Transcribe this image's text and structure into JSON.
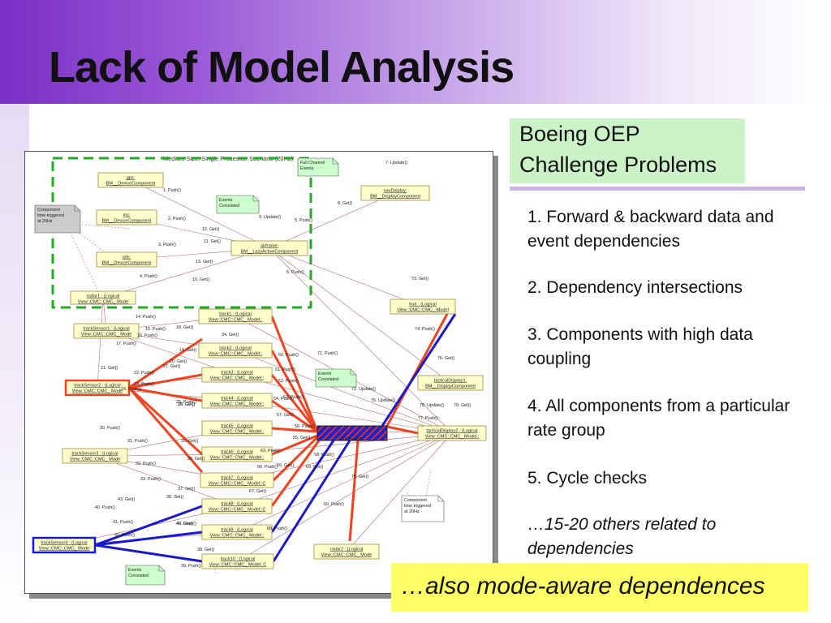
{
  "slide": {
    "title": "Lack of Model Analysis"
  },
  "diagram": {
    "scenario_title": "Medium Size, Single Processor Scenario (20Hz)",
    "components": [
      {
        "l1": "gps:",
        "l2": "BM__DeviceComponent"
      },
      {
        "l1": "ins:",
        "l2": "BM__DeviceComponent"
      },
      {
        "l1": "ads:",
        "l2": "BM__DeviceComponent"
      },
      {
        "l1": "airframe:",
        "l2": "BM__LazyActiveComponent"
      },
      {
        "l1": "navDisplay:",
        "l2": "BM__DisplayComponent"
      },
      {
        "l1": "radar1 : (Logical",
        "l2": "View::CMC::CMC_ Mode"
      },
      {
        "l1": "hud : (Logical",
        "l2": "View::CMC::CMC_ Model"
      },
      {
        "l1": "trackSensor1 : (Logical",
        "l2": "View::CMC::CMC_ Mode"
      },
      {
        "l1": "trackSensor2 : (Logical",
        "l2": "View::CMC::CMC_ Mode"
      },
      {
        "l1": "trackSensor3 : (Logical",
        "l2": "View::CMC::CMC_ Mode"
      },
      {
        "l1": "trackSensor4 : (Logical",
        "l2": "View::CMC::CMC_ Mode"
      },
      {
        "l1": "track1 : (Logical",
        "l2": "View::CMC::CMC_ Model::"
      },
      {
        "l1": "track2 : (Logical",
        "l2": "View::CMC::CMC_ Model::"
      },
      {
        "l1": "track3 : (Logical",
        "l2": "View::CMC::CMC_ Model::"
      },
      {
        "l1": "track4 : (Logical",
        "l2": "View::CMC::CMC_ Model::"
      },
      {
        "l1": "track5 : (Logical",
        "l2": "View::CMC::CMC_ Model::"
      },
      {
        "l1": "track6 : (Logical",
        "l2": "View::CMC::CMC_ Model::"
      },
      {
        "l1": "track7 : (Logical",
        "l2": "View::CMC::CMC_ Model::C"
      },
      {
        "l1": "track8 : (Logical",
        "l2": "View::CMC::CMC_ Model::C"
      },
      {
        "l1": "track9 : (Logical",
        "l2": "View::CMC::CMC_ Model::"
      },
      {
        "l1": "track10 : (Logical",
        "l2": "View::CMC::CMC_ Model::C"
      },
      {
        "l1": "tacticalDisplay1:",
        "l2": "BM__DisplayComponent"
      },
      {
        "l1": "tacticalDisplay2 : (Logical",
        "l2": "View::CMC::CMC_ Model::"
      },
      {
        "l1": "radar2 : (Logical",
        "l2": "View::CMC::CMC_ Mode"
      }
    ],
    "notes": [
      {
        "lines": [
          "Full Channel",
          "Events"
        ]
      },
      {
        "lines": [
          "Events",
          "Correlated"
        ]
      },
      {
        "lines": [
          "Events",
          "Correlated"
        ]
      },
      {
        "lines": [
          "Events",
          "Correlated"
        ]
      },
      {
        "lines": [
          "Component",
          "time triggered",
          "at 20Hz"
        ]
      },
      {
        "lines": [
          "Component",
          "time triggered",
          "at 20Hz"
        ]
      }
    ],
    "messages": [
      "1. Push()",
      "2. Push()",
      "3. Push()",
      "4. Push()",
      "5. Push()",
      "6. Push()",
      "7. Update()",
      "8. Get()",
      "9. Update()",
      "10. Get()",
      "11. Get()",
      "12. Get()",
      "13. Get()",
      "14. Push()",
      "15. Push()",
      "16. Push()",
      "17. Push()",
      "18. Get()",
      "19. Get()",
      "20. Get()",
      "21. Get()",
      "22. Push()",
      "23. Push()",
      "24. Push()",
      "25. Push()",
      "26. Get()",
      "27. Get()",
      "28. Get()",
      "29. Get()",
      "30. Push()",
      "31. Push()",
      "32. Push()",
      "33. Push()",
      "34. Get()",
      "35. Get()",
      "36. Get()",
      "37. Get()",
      "38. Get()",
      "39. Push()",
      "40. Push()",
      "41. Push()",
      "42. Push()",
      "43. Get()",
      "46. Get()",
      "48. Push()",
      "50. Push()",
      "51. Push()",
      "52. Push()",
      "53. Push()",
      "54. Push()",
      "55. Get()",
      "56. Push()",
      "57. Get()",
      "58. Push()",
      "59. Get()",
      "60. Push()",
      "61. Push()",
      "63. Push()",
      "66. Push()",
      "67. Get()",
      "68. Push()",
      "69. Get()",
      "70. Get()",
      "71. Push()",
      "72. Update()",
      "73. Get()",
      "74. Push()",
      "75. Update()",
      "76. Get()",
      "77. Push()",
      "78. Update()",
      "79. Get()"
    ]
  },
  "heading": {
    "line1": "Boeing OEP",
    "line2": "Challenge Problems"
  },
  "problems": [
    "1. Forward & backward data and event dependencies",
    "2. Dependency intersections",
    "3. Components with high data coupling",
    "4. All components from a particular rate group",
    "5. Cycle checks",
    "…15-20 others related to dependencies"
  ],
  "callout": "…also mode-aware dependences",
  "colors": {
    "title_bar": "#7a2ec6",
    "heading_bg": "#ccf2c8",
    "callout_bg": "#ffff66",
    "component_fill": "#ffffcc",
    "note_green": "#ccffcc",
    "note_gray": "#cccccc",
    "emphasis_red": "#ee4422",
    "emphasis_blue": "#1a1acc",
    "group_dash": "#22aa22"
  }
}
